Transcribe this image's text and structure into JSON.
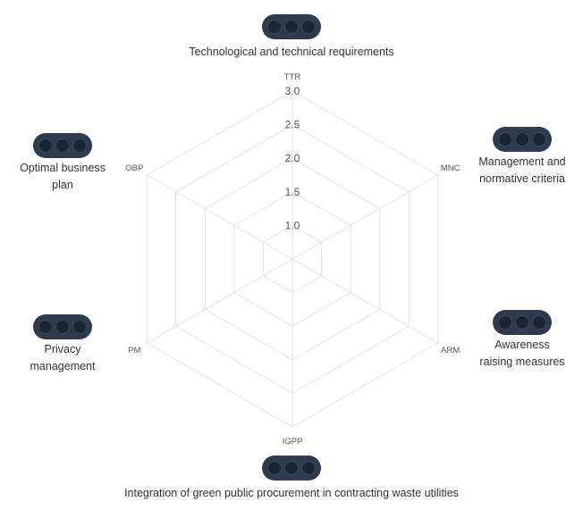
{
  "chart_data": {
    "type": "radar",
    "axes": [
      "TTR",
      "MNC",
      "ARM",
      "IGPP",
      "PM",
      "OBP"
    ],
    "ticks": [
      "1.0",
      "1.5",
      "2.0",
      "2.5",
      "3.0"
    ],
    "rlim": [
      0.5,
      3.0
    ],
    "grid": true,
    "series": []
  },
  "nodes": {
    "top": {
      "label": "Technological and technical requirements"
    },
    "upper_right": {
      "label": "Management and normative criteria"
    },
    "lower_right": {
      "label": "Awareness raising measures"
    },
    "bottom": {
      "label": "Integration of green public procurement in contracting waste utilities"
    },
    "lower_left": {
      "label": "Privacy management"
    },
    "upper_left": {
      "label": "Optimal business plan"
    }
  },
  "colors": {
    "pill": "#2e3b4e",
    "grid": "#e2e2e2",
    "tick_text": "#555555",
    "axis_text": "#555555"
  }
}
